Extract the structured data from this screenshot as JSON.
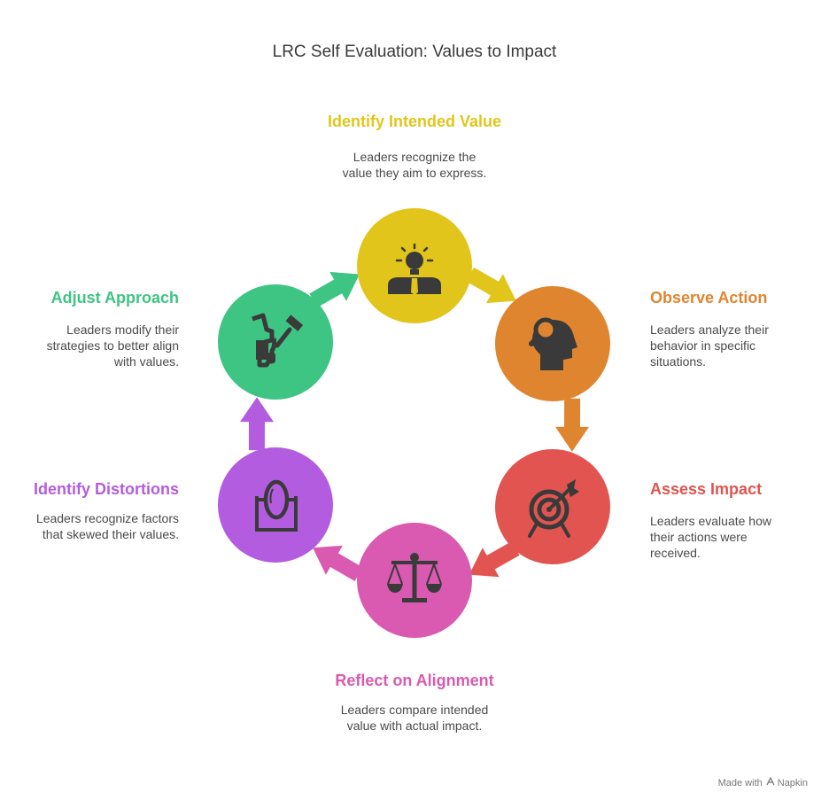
{
  "title": "LRC Self Evaluation: Values to Impact",
  "colors": {
    "yellow": "#E2C51B",
    "orange": "#E0852F",
    "red": "#E15450",
    "pink": "#D95AB0",
    "purple": "#B35CE0",
    "green": "#3EC483",
    "icon": "#3A3A3A"
  },
  "steps": [
    {
      "title": "Identify Intended Value",
      "desc_lines": [
        "Leaders recognize the",
        "value they aim to express."
      ],
      "color": "#E2C51B",
      "icon": "lightbulb-person-icon"
    },
    {
      "title": "Observe Action",
      "desc_lines": [
        "Leaders analyze their",
        "behavior in specific",
        "situations."
      ],
      "color": "#E0852F",
      "icon": "head-magnifier-icon"
    },
    {
      "title": "Assess Impact",
      "desc_lines": [
        "Leaders evaluate how",
        "their actions were",
        "received."
      ],
      "color": "#E15450",
      "icon": "target-arrow-icon"
    },
    {
      "title": "Reflect on Alignment",
      "desc_lines": [
        "Leaders compare intended",
        "value with actual impact."
      ],
      "color": "#D95AB0",
      "icon": "balance-scale-icon"
    },
    {
      "title": "Identify Distortions",
      "desc_lines": [
        "Leaders recognize factors",
        "that skewed their values."
      ],
      "color": "#B35CE0",
      "icon": "mirror-icon"
    },
    {
      "title": "Adjust Approach",
      "desc_lines": [
        "Leaders modify their",
        "strategies to better align",
        "with values."
      ],
      "color": "#3EC483",
      "icon": "tools-icon"
    }
  ],
  "footer": {
    "made_with": "Made with",
    "brand": "Napkin"
  }
}
